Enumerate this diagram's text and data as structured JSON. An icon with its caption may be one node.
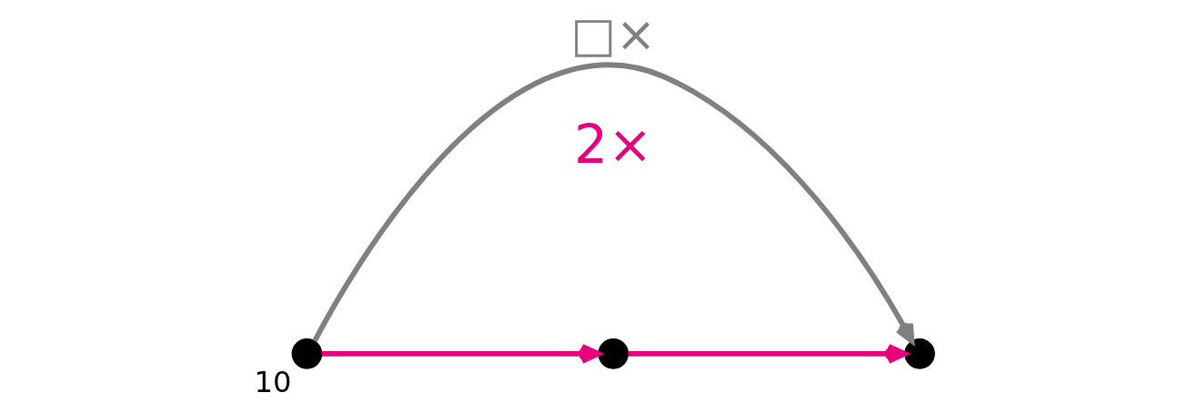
{
  "diagram": {
    "nodes": [
      {
        "text": [],
        "shape": "circle",
        "beside": [
          "10"
        ]
      },
      {
        "text": [],
        "shape": "circle"
      },
      {
        "text": [],
        "shape": "circle"
      }
    ],
    "edges": [
      {
        "from": 0,
        "to": 1,
        "arrow": "to"
      },
      {
        "from": 1,
        "to": 2,
        "arrow": "to"
      },
      {
        "from": 0,
        "to": 2,
        "arrow": "to",
        "label": "□×",
        "color": "#808080"
      }
    ],
    "labels": [
      "2×"
    ]
  }
}
